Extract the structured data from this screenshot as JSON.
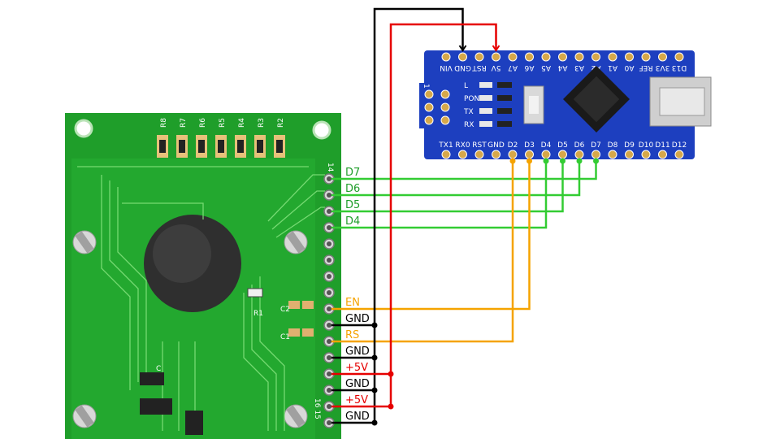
{
  "lcd": {
    "resistor_labels": [
      "R8",
      "R7",
      "R6",
      "R5",
      "R4",
      "R3",
      "R2"
    ],
    "pin_numbers_top": "14",
    "pin_numbers_bottom": "16 15",
    "component_labels": {
      "r1": "R1",
      "c2": "C2",
      "c1": "C1",
      "c": "C"
    }
  },
  "nano": {
    "top_pins": [
      "VIN",
      "GND",
      "RST",
      "5V",
      "A7",
      "A6",
      "A5",
      "A4",
      "A3",
      "A2",
      "A1",
      "A0",
      "REF",
      "3V3",
      "D13"
    ],
    "bottom_pins": [
      "TX1",
      "RX0",
      "RST",
      "GND",
      "D2",
      "D3",
      "D4",
      "D5",
      "D6",
      "D7",
      "D8",
      "D9",
      "D10",
      "D11",
      "D12"
    ],
    "leds": [
      "L",
      "PON",
      "TX",
      "RX"
    ],
    "header_mark": "1"
  },
  "wires": [
    {
      "label": "D7",
      "color": "#33cc33"
    },
    {
      "label": "D6",
      "color": "#33cc33"
    },
    {
      "label": "D5",
      "color": "#33cc33"
    },
    {
      "label": "D4",
      "color": "#33cc33"
    },
    {
      "label": "EN",
      "color": "#f5a300"
    },
    {
      "label": "GND",
      "color": "#000000"
    },
    {
      "label": "RS",
      "color": "#f5a300"
    },
    {
      "label": "GND",
      "color": "#000000"
    },
    {
      "label": "+5V",
      "color": "#e60000"
    },
    {
      "label": "GND",
      "color": "#000000"
    },
    {
      "label": "+5V",
      "color": "#e60000"
    },
    {
      "label": "GND",
      "color": "#000000"
    }
  ],
  "colors": {
    "lcd_pcb": "#1f9e2a",
    "nano_pcb": "#1d3fbf",
    "wire_green": "#33cc33",
    "wire_orange": "#f5a300",
    "wire_red": "#e60000",
    "wire_black": "#000000"
  }
}
